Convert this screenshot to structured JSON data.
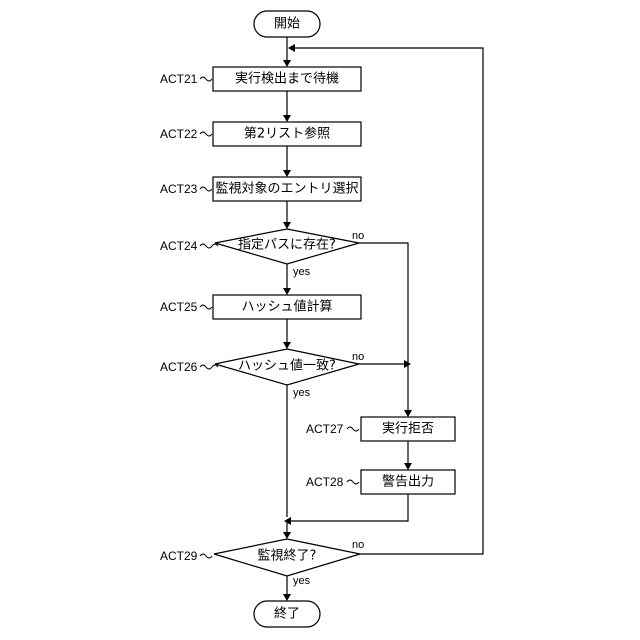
{
  "flowchart": {
    "start": "開始",
    "end": "終了",
    "steps": {
      "act21": {
        "id": "ACT21",
        "label": "実行検出まで待機"
      },
      "act22": {
        "id": "ACT22",
        "label": "第2リスト参照"
      },
      "act23": {
        "id": "ACT23",
        "label": "監視対象のエントリ選択"
      },
      "act24": {
        "id": "ACT24",
        "label": "指定パスに存在?"
      },
      "act25": {
        "id": "ACT25",
        "label": "ハッシュ値計算"
      },
      "act26": {
        "id": "ACT26",
        "label": "ハッシュ値一致?"
      },
      "act27": {
        "id": "ACT27",
        "label": "実行拒否"
      },
      "act28": {
        "id": "ACT28",
        "label": "警告出力"
      },
      "act29": {
        "id": "ACT29",
        "label": "監視終了?"
      }
    },
    "branch": {
      "yes": "yes",
      "no": "no"
    }
  }
}
